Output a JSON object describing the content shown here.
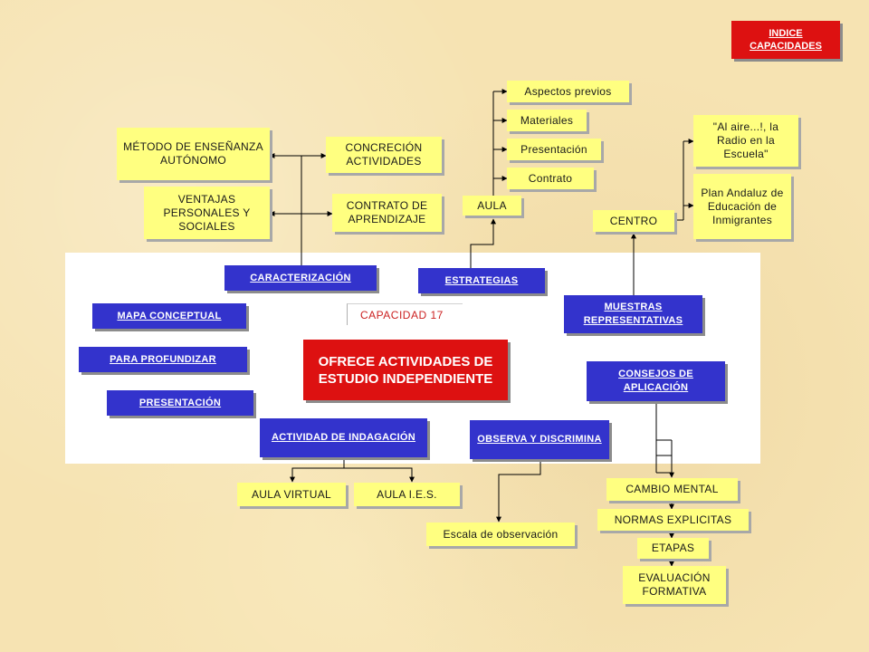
{
  "header": {
    "index_button": "INDICE CAPACIDADES"
  },
  "center": {
    "capacity_label": "CAPACIDAD  17",
    "title": "OFRECE ACTIVIDADES DE ESTUDIO INDEPENDIENTE"
  },
  "blue_nodes": {
    "caracterizacion": "CARACTERIZACIÓN",
    "estrategias": "ESTRATEGIAS",
    "mapa_conceptual": "MAPA CONCEPTUAL",
    "para_profundizar": "PARA PROFUNDIZAR",
    "presentacion": "PRESENTACIÓN",
    "muestras": "MUESTRAS REPRESENTATIVAS",
    "consejos": "CONSEJOS DE APLICACIÓN",
    "actividad": "ACTIVIDAD DE INDAGACIÓN",
    "observa": "OBSERVA Y DISCRIMINA"
  },
  "yellow_nodes": {
    "metodo": "MÉTODO DE ENSEÑANZA AUTÓNOMO",
    "ventajas": "VENTAJAS PERSONALES Y SOCIALES",
    "concrecion": "CONCRECIÓN ACTIVIDADES",
    "contrato_aprendizaje": "CONTRATO DE APRENDIZAJE",
    "aula": "AULA",
    "aspectos_previos": "Aspectos previos",
    "materiales": "Materiales",
    "presentacion_y": "Presentación",
    "contrato": "Contrato",
    "centro": "CENTRO",
    "al_aire": "\"Al aire...!, la Radio en la Escuela\"",
    "plan_andaluz": "Plan Andaluz de Educación de Inmigrantes",
    "aula_virtual": "AULA VIRTUAL",
    "aula_ies": "AULA I.E.S.",
    "escala": "Escala de observación",
    "cambio_mental": "CAMBIO MENTAL",
    "normas": "NORMAS EXPLICITAS",
    "etapas": "ETAPAS",
    "evaluacion": "EVALUACIÓN FORMATIVA"
  }
}
